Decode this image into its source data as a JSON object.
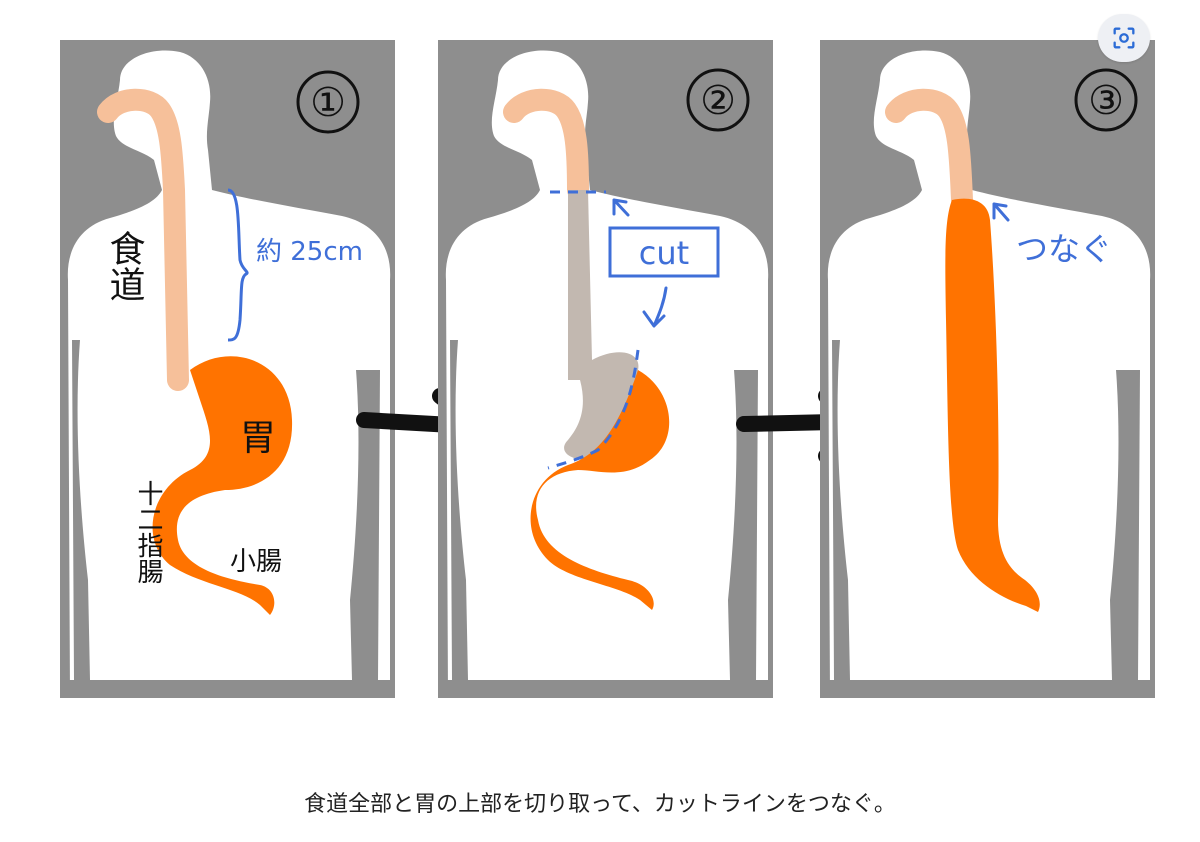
{
  "colors": {
    "background_gray": "#8e8e8e",
    "body_white": "#ffffff",
    "esophagus": "#f6c09a",
    "stomach": "#ff7300",
    "removed": "#c2b8b0",
    "annotation_blue": "#3f6fd8",
    "ink": "#111111"
  },
  "panels": [
    {
      "number": "①",
      "labels": {
        "esophagus": "食道",
        "length": "約 25cm",
        "stomach": "胃",
        "duodenum": "十二指腸",
        "small_intestine": "小腸"
      }
    },
    {
      "number": "②",
      "labels": {
        "cut": "cut"
      }
    },
    {
      "number": "③",
      "labels": {
        "connect": "つなぐ"
      }
    }
  ],
  "caption": "食道全部と胃の上部を切り取って、カットラインをつなぐ。",
  "lens_icon": "lens-scan-icon"
}
